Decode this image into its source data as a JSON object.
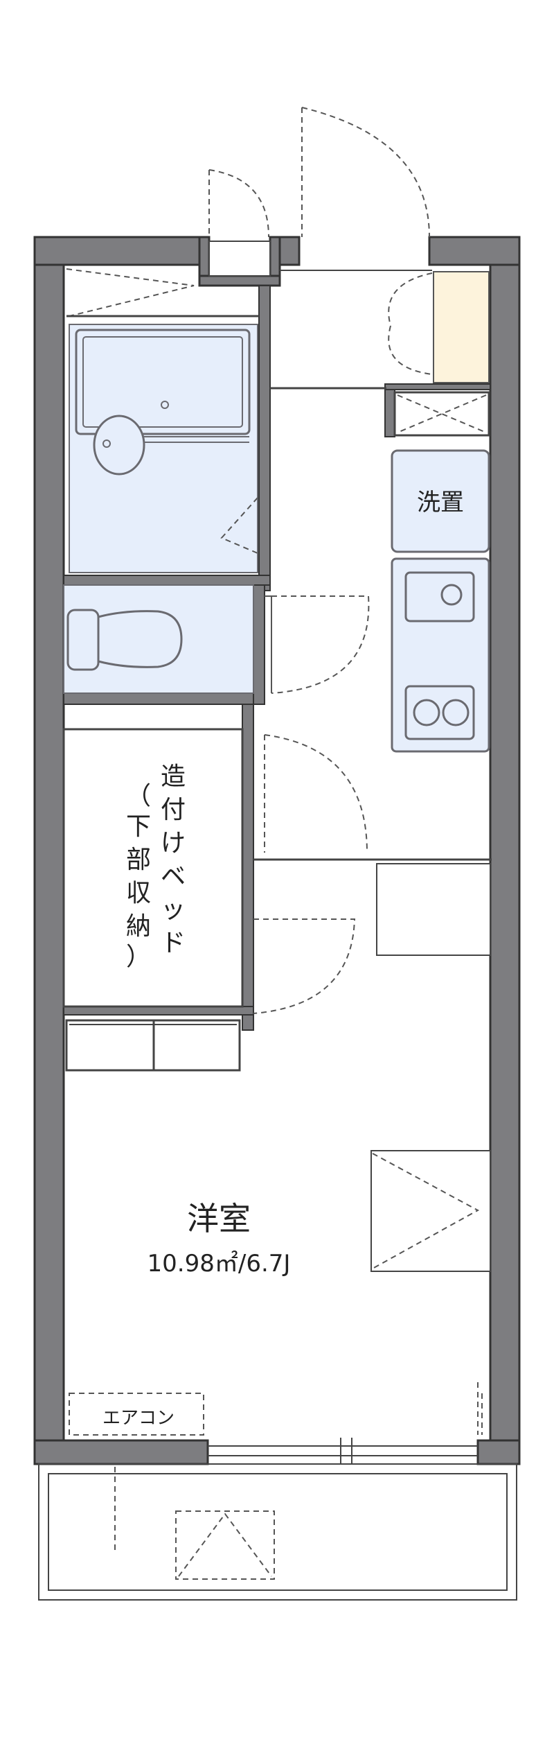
{
  "labels": {
    "laundry": "洗置",
    "room_name": "洋室",
    "room_size": "10.98㎡/6.7J",
    "bed_chars": [
      "造",
      "付",
      "け",
      "ベ",
      "ッ",
      "ド"
    ],
    "storage_chars": [
      "（",
      "下",
      "部",
      "収",
      "納",
      "）"
    ],
    "aircon": "エアコン"
  },
  "colors": {
    "wall": "#7d7d80",
    "wall_dark": "#333333",
    "fixture_fill": "#e6eefb",
    "fixture_stroke": "#6a6a70",
    "shoe_cabinet": "#fdf3dc",
    "line": "#555555"
  }
}
